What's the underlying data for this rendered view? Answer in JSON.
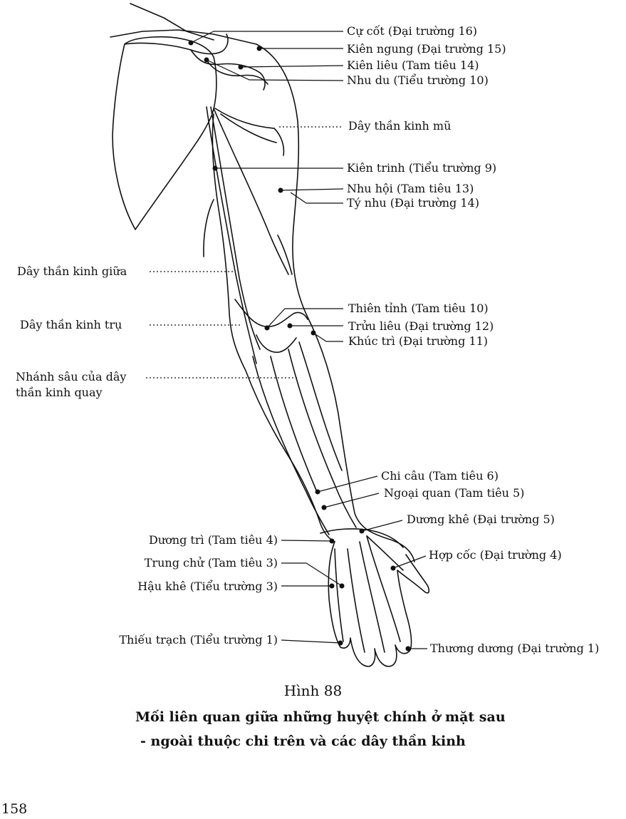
{
  "labels": {
    "cu_cot": "Cự cốt (Đại trường 16)",
    "kien_ngung": "Kiên ngung (Đại trường 15)",
    "kien_lieu": "Kiên liêu (Tam tiêu 14)",
    "nhu_du": "Nhu du (Tiểu trường 10)",
    "day_than_kinh_mu": "Dây thần kinh mũ",
    "kien_trinh": "Kiên trinh (Tiểu trường 9)",
    "nhu_hoi": "Nhu hội (Tam tiêu 13)",
    "ty_nhu": "Tý nhu (Đại trường 14)",
    "day_than_kinh_giua": "Dây thần kinh giữa",
    "day_than_kinh_tru": "Dây thần kinh trụ",
    "thien_tinh": "Thiên tỉnh (Tam tiêu 10)",
    "truu_lieu": "Trửu liêu (Đại trường 12)",
    "khuc_tri": "Khúc trì (Đại trường 11)",
    "nhanh_sau_line1": "Nhánh sâu của dây",
    "nhanh_sau_line2": "thần kinh quay",
    "chi_cau": "Chi câu (Tam tiêu 6)",
    "ngoai_quan": "Ngoại quan (Tam tiêu 5)",
    "duong_khe": "Dương khê (Đại trường 5)",
    "duong_tri": "Dương trì (Tam tiêu 4)",
    "hop_coc": "Hợp cốc (Đại trường 4)",
    "trung_chu": "Trung chử (Tam tiêu 3)",
    "hau_khe": "Hậu khê (Tiểu trường 3)",
    "thieu_trach": "Thiếu trạch (Tiểu trường 1)",
    "thuong_duong": "Thương dương (Đại trường 1)"
  },
  "caption": {
    "title": "Hình 88",
    "line1": "Mối liên quan giữa những huyệt chính ở mặt sau",
    "line2": "- ngoài thuộc chi trên và các dây thần kinh"
  },
  "page_number": "158"
}
